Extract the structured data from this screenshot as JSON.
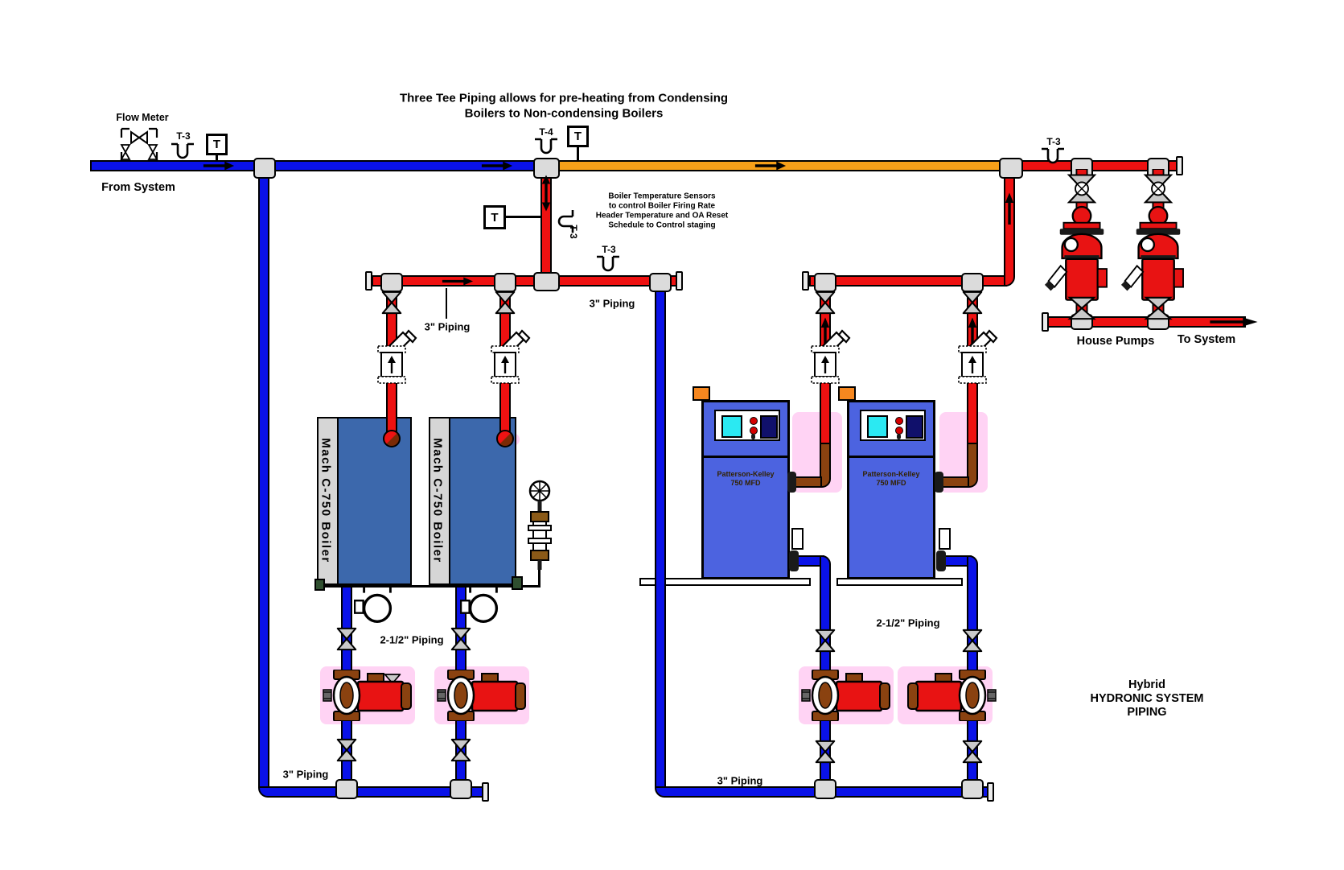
{
  "title": {
    "line1": "Three Tee Piping allows for pre-heating from Condensing",
    "line2": "Boilers to Non-condensing Boilers"
  },
  "note": {
    "line1": "Boiler Temperature Sensors",
    "line2": "to control Boiler Firing Rate",
    "line3": "Header Temperature and OA Reset",
    "line4": "Schedule to Control staging"
  },
  "labels": {
    "flow_meter": "Flow Meter",
    "from_system": "From System",
    "t": "T",
    "t3": "T-3",
    "t4": "T-4",
    "piping_3": "3\" Piping",
    "piping_2_5": "2-1/2\" Piping",
    "house_pumps": "House Pumps",
    "to_system": "To System"
  },
  "footer": {
    "line1": "Hybrid",
    "line2": "HYDRONIC SYSTEM",
    "line3": "PIPING"
  },
  "equipment": {
    "mach_boiler": "Mach C-750 Boiler",
    "pk_line1": "Patterson-Kelley",
    "pk_line2": "750 MFD"
  },
  "colors": {
    "supply_red": "#EE1111",
    "return_blue": "#0A12E8",
    "preheat_orange": "#F6A019",
    "fitting_gray": "#DBDBDB",
    "mach_boiler_blue": "#3C68AC",
    "pk_boiler_blue": "#4C63E0"
  }
}
